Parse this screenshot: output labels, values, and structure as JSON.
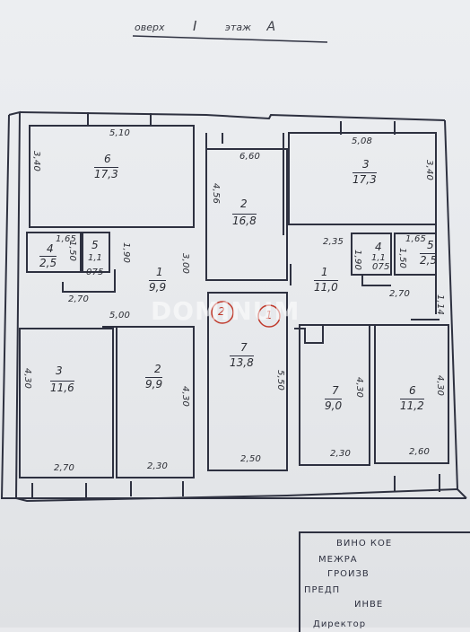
{
  "header": {
    "text": "оверх",
    "floor": "I",
    "etazh": "этаж",
    "letter": "A"
  },
  "watermark": "DOMINUM",
  "stamp": {
    "lines": [
      "ВИНО КОЕ",
      "МЕЖРА",
      "ГРОИЗВ",
      "ПРЕДП",
      "ИНВЕ",
      "Директор"
    ]
  },
  "dims": {
    "d510": "5,10",
    "d340L": "3,40",
    "d660": "6,60",
    "d456": "4,56",
    "d508": "5,08",
    "d340R": "3,40",
    "d165L": "1,65",
    "d150L": "1,50",
    "d190L": "1,90",
    "d075L": "075",
    "d300": "3,00",
    "d270L": "2,70",
    "d500": "5,00",
    "d235": "2,35",
    "d190R": "1,90",
    "d075R": "075",
    "d150R": "1,50",
    "d165R": "1,65",
    "d270R": "2,70",
    "d114": "1,14",
    "d430a": "4,30",
    "d430b": "4,30",
    "d550": "5,50",
    "d430c": "4,30",
    "d430d": "4,30",
    "d270B": "2,70",
    "d230a": "2,30",
    "d250": "2,50",
    "d230b": "2,30",
    "d260": "2,60"
  },
  "rooms": {
    "r6L": {
      "num": "6",
      "area": "17,3"
    },
    "r2top": {
      "num": "2",
      "area": "16,8"
    },
    "r3R": {
      "num": "3",
      "area": "17,3"
    },
    "r4L": {
      "num": "4",
      "area": "2,5"
    },
    "r5L": {
      "num": "5",
      "area": "1,1"
    },
    "r1L": {
      "num": "1",
      "area": "9,9"
    },
    "r4R": {
      "num": "4",
      "area": "1,1"
    },
    "r5R": {
      "num": "5",
      "area": "2,5"
    },
    "r1R": {
      "num": "1",
      "area": "11,0"
    },
    "r3B": {
      "num": "3",
      "area": "11,6"
    },
    "r2B": {
      "num": "2",
      "area": "9,9"
    },
    "r7M": {
      "num": "7",
      "area": "13,8"
    },
    "r7R": {
      "num": "7",
      "area": "9,0"
    },
    "r6R": {
      "num": "6",
      "area": "11,2"
    }
  },
  "circle_marks": [
    "2",
    "1"
  ],
  "colors": {
    "line": "#2e3140",
    "paper": "#e9eaed",
    "mark": "#c0392b"
  }
}
